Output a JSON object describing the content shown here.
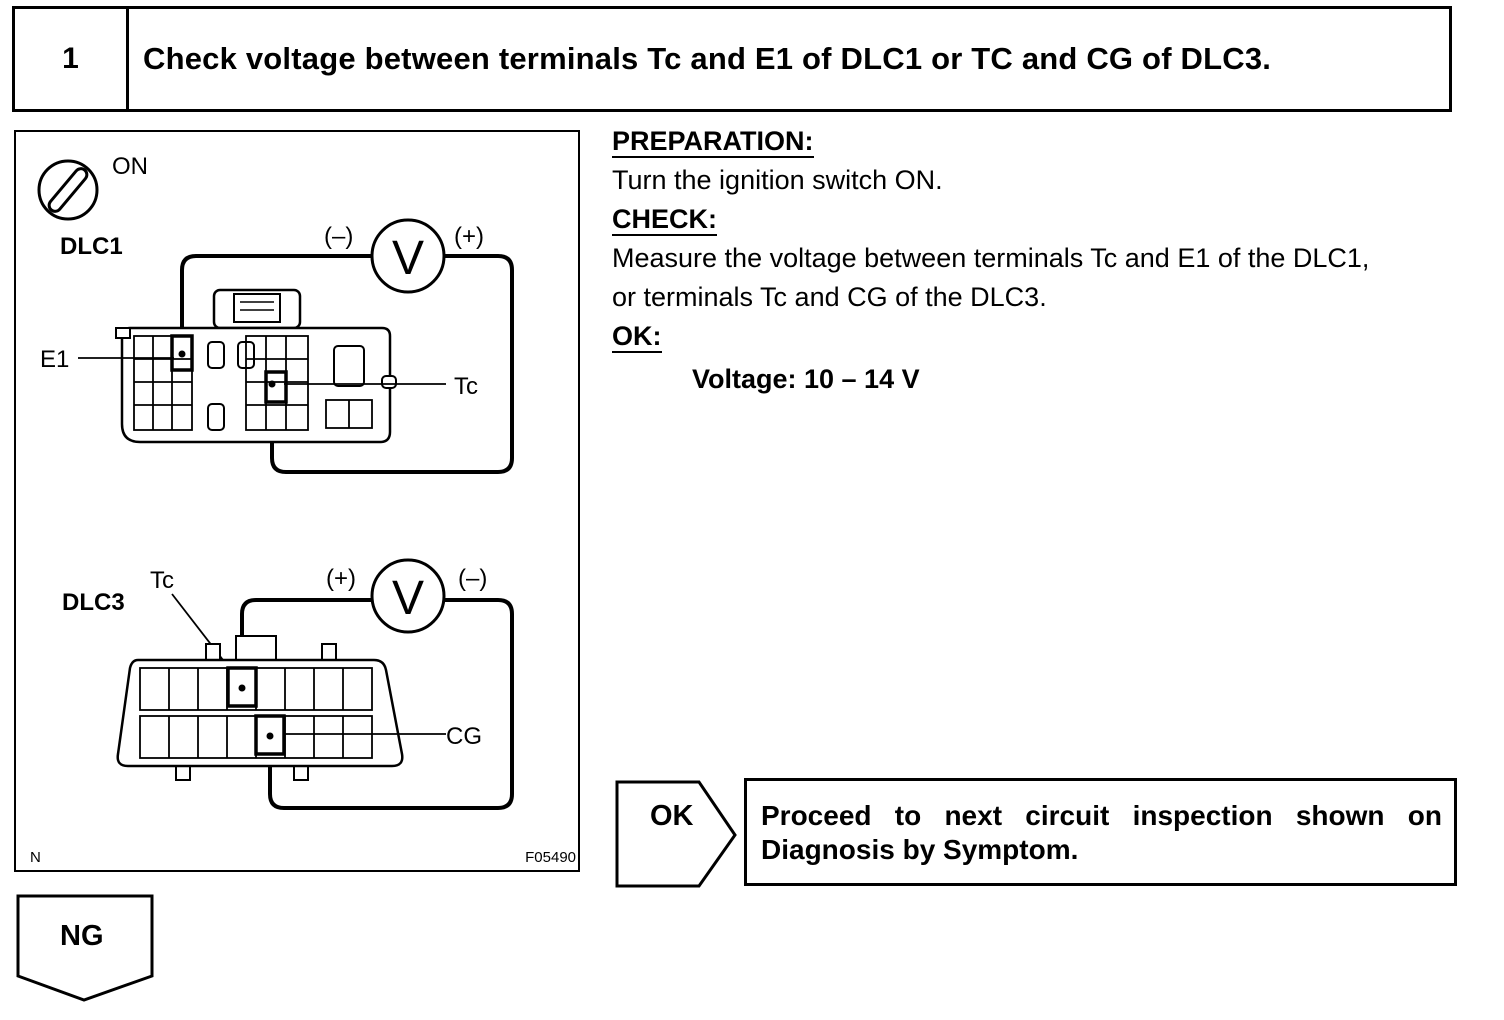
{
  "step": {
    "number": "1",
    "title": "Check voltage between terminals Tc and E1 of DLC1 or TC and CG of DLC3."
  },
  "figure": {
    "switch_state": "ON",
    "dlc1": {
      "label": "DLC1",
      "meter": "V",
      "left_polarity": "(–)",
      "right_polarity": "(+)",
      "terminal_left": "E1",
      "terminal_right": "Tc"
    },
    "dlc3": {
      "label": "DLC3",
      "meter": "V",
      "left_polarity": "(+)",
      "right_polarity": "(–)",
      "terminal_top": "Tc",
      "terminal_right": "CG"
    },
    "corner_left": "N",
    "figure_code": "F05490"
  },
  "instructions": {
    "preparation_heading": "PREPARATION:",
    "preparation_text": "Turn the ignition switch ON.",
    "check_heading": "CHECK:",
    "check_line1": "Measure the voltage between terminals Tc and E1 of the DLC1,",
    "check_line2": "or terminals Tc and CG of the DLC3.",
    "ok_heading": "OK:",
    "ok_spec": "Voltage: 10 – 14 V"
  },
  "result_ok": {
    "label": "OK",
    "text": "Proceed to next circuit inspection shown on Diagnosis by Symptom."
  },
  "result_ng": {
    "label": "NG"
  }
}
